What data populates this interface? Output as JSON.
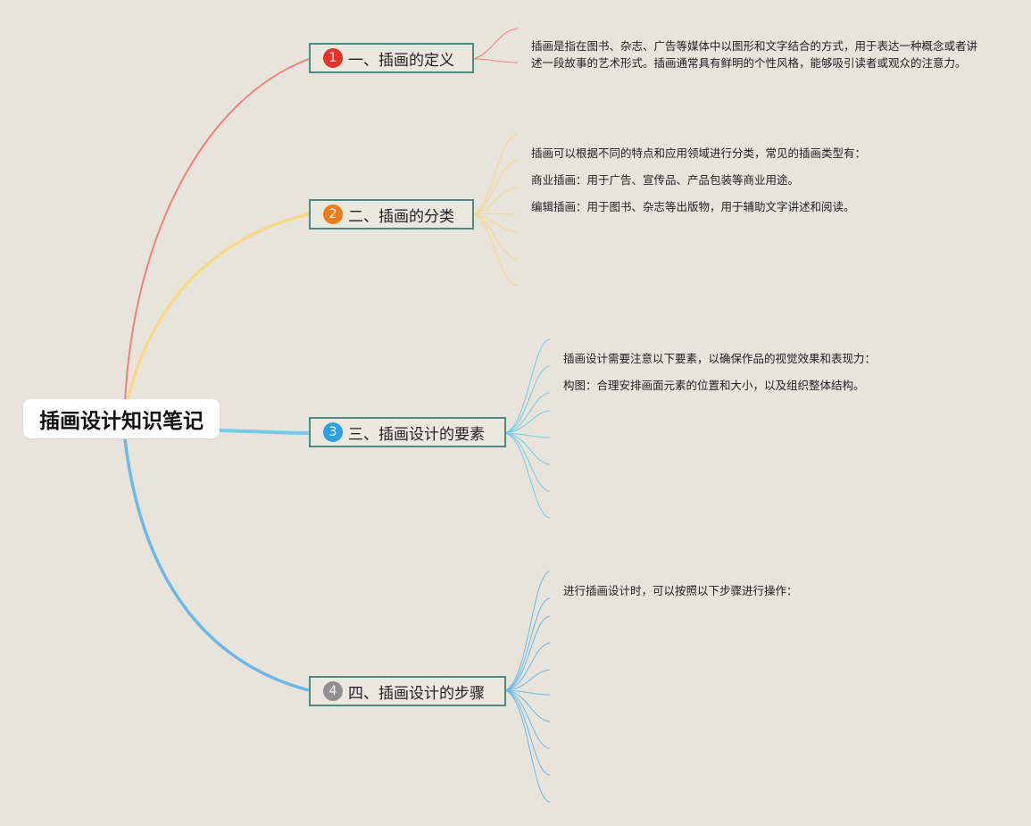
{
  "root": {
    "title": "插画设计知识笔记"
  },
  "topics": [
    {
      "marker": "1",
      "label": "一、插画的定义",
      "color": "#e8312a",
      "branch_color": "#f08080"
    },
    {
      "marker": "2",
      "label": "二、插画的分类",
      "color": "#ee7a1c",
      "branch_color": "#f7d98a"
    },
    {
      "marker": "3",
      "label": "三、插画设计的要素",
      "color": "#2f9fe0",
      "branch_color": "#73cbe6"
    },
    {
      "marker": "4",
      "label": "四、插画设计的步骤",
      "color": "#909090",
      "branch_color": "#6cb8e8"
    }
  ],
  "notes": {
    "definition": "插画是指在图书、杂志、广告等媒体中以图形和文字结合的方式，用于表达一种概念或者讲述一段故事的艺术形式。插画通常具有鲜明的个性风格，能够吸引读者或观众的注意力。",
    "classification_intro": "插画可以根据不同的特点和应用领域进行分类，常见的插画类型有：",
    "classification_commercial": "商业插画：用于广告、宣传品、产品包装等商业用途。",
    "classification_editorial": "编辑插画：用于图书、杂志等出版物，用于辅助文字讲述和阅读。",
    "elements_intro": "插画设计需要注意以下要素，以确保作品的视觉效果和表现力：",
    "elements_composition": "构图：合理安排画面元素的位置和大小，以及组织整体结构。",
    "steps_intro": "进行插画设计时，可以按照以下步骤进行操作："
  }
}
